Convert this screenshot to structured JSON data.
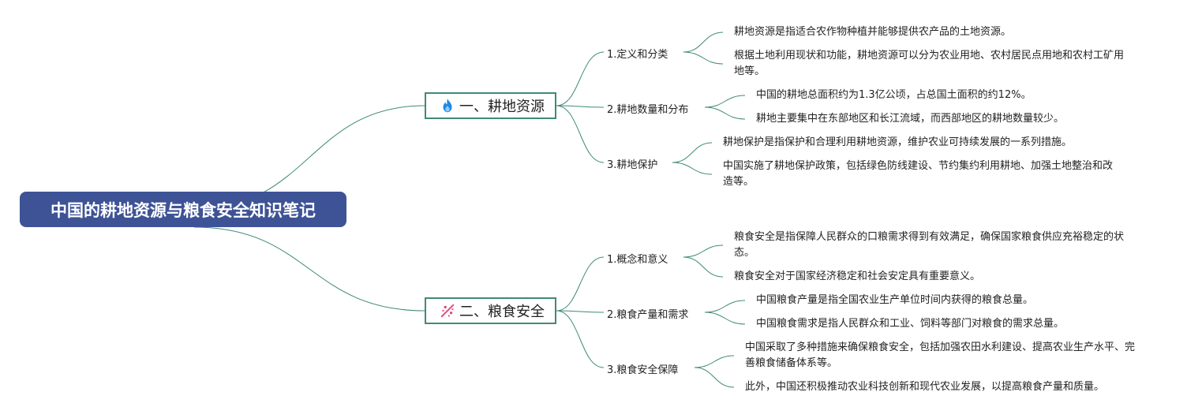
{
  "root": {
    "title": "中国的耕地资源与粮食安全知识笔记"
  },
  "branches": [
    {
      "label": "一、耕地资源",
      "icon": "fire-icon",
      "topics": [
        {
          "label": "1.定义和分类",
          "notes": [
            "耕地资源是指适合农作物种植并能够提供农产品的土地资源。",
            "根据土地利用现状和功能，耕地资源可以分为农业用地、农村居民点用地和农村工矿用地等。"
          ]
        },
        {
          "label": "2.耕地数量和分布",
          "notes": [
            "中国的耕地总面积约为1.3亿公顷，占总国土面积的约12%。",
            "耕地主要集中在东部地区和长江流域，而西部地区的耕地数量较少。"
          ]
        },
        {
          "label": "3.耕地保护",
          "notes": [
            "耕地保护是指保护和合理利用耕地资源，维护农业可持续发展的一系列措施。",
            "中国实施了耕地保护政策，包括绿色防线建设、节约集约利用耕地、加强土地整治和改造等。"
          ]
        }
      ]
    },
    {
      "label": "二、粮食安全",
      "icon": "sparkle-icon",
      "topics": [
        {
          "label": "1.概念和意义",
          "notes": [
            "粮食安全是指保障人民群众的口粮需求得到有效满足，确保国家粮食供应充裕稳定的状态。",
            "粮食安全对于国家经济稳定和社会安定具有重要意义。"
          ]
        },
        {
          "label": "2.粮食产量和需求",
          "notes": [
            "中国粮食产量是指全国农业生产单位时间内获得的粮食总量。",
            "中国粮食需求是指人民群众和工业、饲料等部门对粮食的需求总量。"
          ]
        },
        {
          "label": "3.粮食安全保障",
          "notes": [
            "中国采取了多种措施来确保粮食安全，包括加强农田水利建设、提高农业生产水平、完善粮食储备体系等。",
            "此外，中国还积极推动农业科技创新和现代农业发展，以提高粮食产量和质量。"
          ]
        }
      ]
    }
  ],
  "colors": {
    "root_bg": "#3e5396",
    "line": "#3f8a77",
    "fire": "#1e88e5",
    "sparkle": "#e0457b"
  }
}
